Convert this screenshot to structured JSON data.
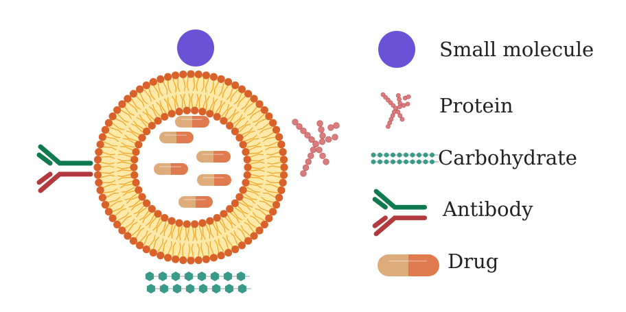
{
  "legend": [
    {
      "label": "Small molecule",
      "icon": "small-molecule-icon"
    },
    {
      "label": "Protein",
      "icon": "protein-icon"
    },
    {
      "label": "Carbohydrate",
      "icon": "carbohydrate-icon"
    },
    {
      "label": "Antibody",
      "icon": "antibody-icon"
    },
    {
      "label": "Drug",
      "icon": "drug-capsule-icon"
    }
  ],
  "colors": {
    "small_molecule": "#6a52d6",
    "lipid_head": "#d9622b",
    "lipid_fill": "#ffe9a8",
    "lipid_tail": "#f5a623",
    "protein": "#d97c7e",
    "carbohydrate": "#3a9a8a",
    "antibody_green": "#0f7a50",
    "antibody_red": "#b23a3c",
    "capsule_left": "#deab7a",
    "capsule_right": "#e07b50"
  }
}
